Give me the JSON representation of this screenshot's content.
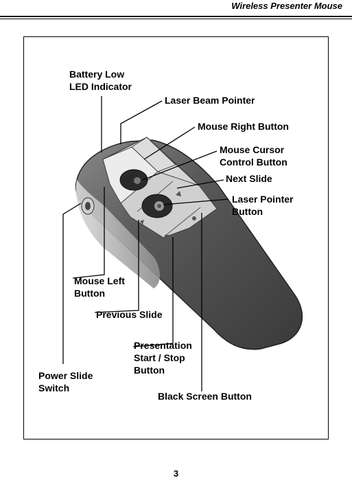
{
  "header": {
    "title": "Wireless Presenter Mouse"
  },
  "figure": {
    "callouts": [
      {
        "id": "battery",
        "lines": [
          "Battery Low",
          "LED Indicator"
        ]
      },
      {
        "id": "laser-beam",
        "lines": [
          "Laser Beam Pointer"
        ]
      },
      {
        "id": "mouse-right",
        "lines": [
          "Mouse Right Button"
        ]
      },
      {
        "id": "cursor",
        "lines": [
          "Mouse Cursor",
          "Control Button"
        ]
      },
      {
        "id": "next-slide",
        "lines": [
          "Next Slide"
        ]
      },
      {
        "id": "laser-button",
        "lines": [
          "Laser Pointer",
          "Button"
        ]
      },
      {
        "id": "mouse-left",
        "lines": [
          "Mouse Left",
          "Button"
        ]
      },
      {
        "id": "previous-slide",
        "lines": [
          "Previous Slide"
        ]
      },
      {
        "id": "presentation",
        "lines": [
          "Presentation",
          "Start / Stop",
          "Button"
        ]
      },
      {
        "id": "power",
        "lines": [
          "Power Slide",
          "Switch"
        ]
      },
      {
        "id": "black-screen",
        "lines": [
          "Black Screen Button"
        ]
      }
    ]
  },
  "footer": {
    "page_number": "3"
  }
}
